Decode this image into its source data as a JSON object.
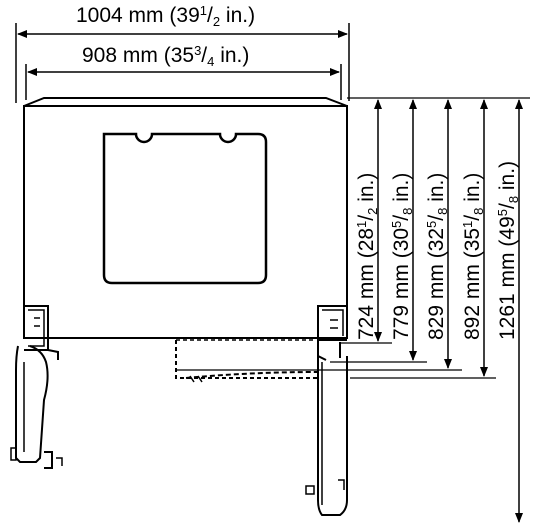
{
  "dimensions": {
    "overall_width": {
      "mm": "1004 mm",
      "open": "(39",
      "num": "1",
      "den": "2",
      "close": " in.)"
    },
    "inner_width": {
      "mm": "908 mm",
      "open": "(35",
      "num": "3",
      "den": "4",
      "close": " in.)"
    },
    "heights": [
      {
        "mm": "724 mm",
        "open": "(28",
        "num": "1",
        "den": "2",
        "close": " in.)"
      },
      {
        "mm": "779 mm",
        "open": "(30",
        "num": "5",
        "den": "8",
        "close": " in.)"
      },
      {
        "mm": "829 mm",
        "open": "(32",
        "num": "5",
        "den": "8",
        "close": " in.)"
      },
      {
        "mm": "892 mm",
        "open": "(35",
        "num": "1",
        "den": "8",
        "close": " in.)"
      },
      {
        "mm": "1261 mm",
        "open": "(49",
        "num": "5",
        "den": "8",
        "close": " in.)"
      }
    ]
  }
}
